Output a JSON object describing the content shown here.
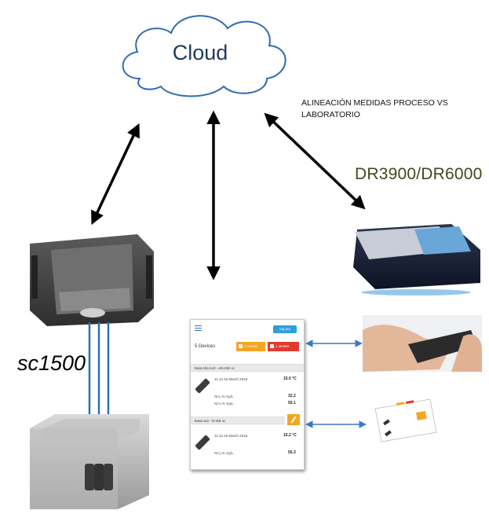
{
  "cloud": {
    "label": "Cloud"
  },
  "note": {
    "line1": "ALINEACIÓN MEDIDAS PROCESO VS",
    "line2": "LABORATORIO"
  },
  "lab_instrument": {
    "label": "DR3900/DR6000"
  },
  "controller": {
    "label": "sc1500"
  },
  "app": {
    "logout": "log out",
    "devices": "5 Devices",
    "critical": "1 critical",
    "severe": "1 severe",
    "section1": "East.nh4.no3 - AN-ISE sc",
    "time1": "11:13 15 March 2015",
    "temp1": "15.0 °C",
    "rows1": [
      {
        "param": "NH₄-N mg/L",
        "value": "32.2"
      },
      {
        "param": "NO₃-N mg/L",
        "value": "55.1"
      }
    ],
    "section2": "East.no3 - N-ISE sc",
    "time2": "11:13 15 March 2015",
    "temp2": "15.2 °C",
    "rows2": [
      {
        "param": "NO₃-N mg/L",
        "value": "55.3"
      }
    ]
  },
  "colors": {
    "arrow": "#000000",
    "connector": "#3a78c4",
    "cloud_outline": "#2f6bb0"
  }
}
